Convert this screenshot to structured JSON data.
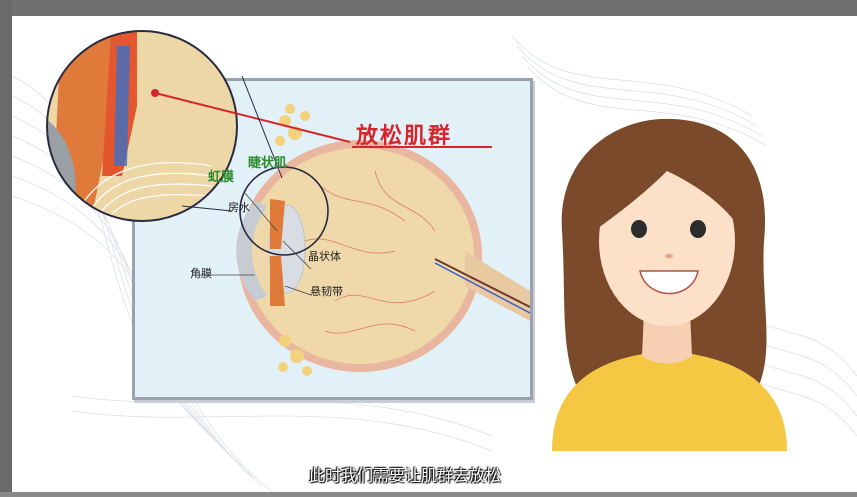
{
  "diagram": {
    "title": "放松肌群",
    "labels": {
      "ciliary_muscle": "睫状肌",
      "iris": "虹膜",
      "aqueous_humor": "房水",
      "cornea": "角膜",
      "lens": "晶状体",
      "suspensory_ligament": "悬韧带"
    }
  },
  "subtitle": "此时我们需要让肌群去放松",
  "colors": {
    "title_red": "#d4262c",
    "label_green": "#2e8b2e",
    "hair": "#7a4a2a",
    "shirt": "#f4c842",
    "panel_bg": "#e2f0f8"
  }
}
